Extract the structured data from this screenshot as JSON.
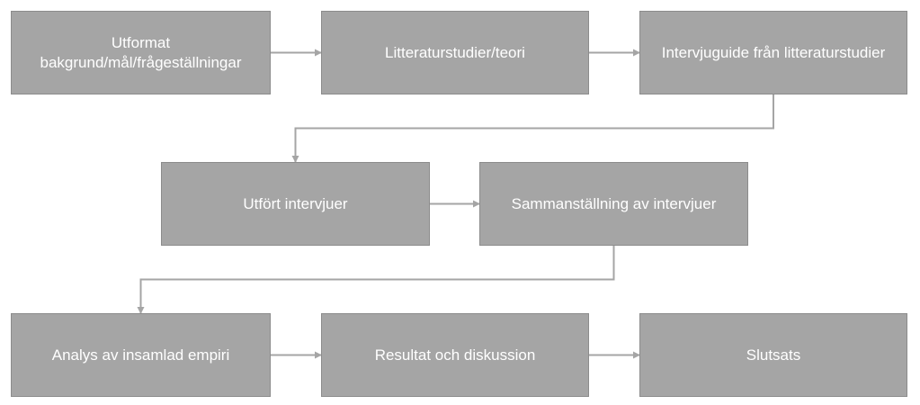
{
  "diagram": {
    "colors": {
      "box_fill": "#a5a5a5",
      "box_border": "#8c8c8c",
      "text": "#ffffff",
      "connector": "#a5a5a5"
    },
    "steps": [
      {
        "id": "step-1",
        "label": "Utformat bakgrund/mål/frågeställningar"
      },
      {
        "id": "step-2",
        "label": "Litteraturstudier/teori"
      },
      {
        "id": "step-3",
        "label": "Intervjuguide från litteraturstudier"
      },
      {
        "id": "step-4",
        "label": "Utfört intervjuer"
      },
      {
        "id": "step-5",
        "label": "Sammanställning av intervjuer"
      },
      {
        "id": "step-6",
        "label": "Analys av insamlad empiri"
      },
      {
        "id": "step-7",
        "label": "Resultat och diskussion"
      },
      {
        "id": "step-8",
        "label": "Slutsats"
      }
    ],
    "connections": [
      {
        "from": "step-1",
        "to": "step-2"
      },
      {
        "from": "step-2",
        "to": "step-3"
      },
      {
        "from": "step-3",
        "to": "step-4"
      },
      {
        "from": "step-4",
        "to": "step-5"
      },
      {
        "from": "step-5",
        "to": "step-6"
      },
      {
        "from": "step-6",
        "to": "step-7"
      },
      {
        "from": "step-7",
        "to": "step-8"
      }
    ]
  }
}
